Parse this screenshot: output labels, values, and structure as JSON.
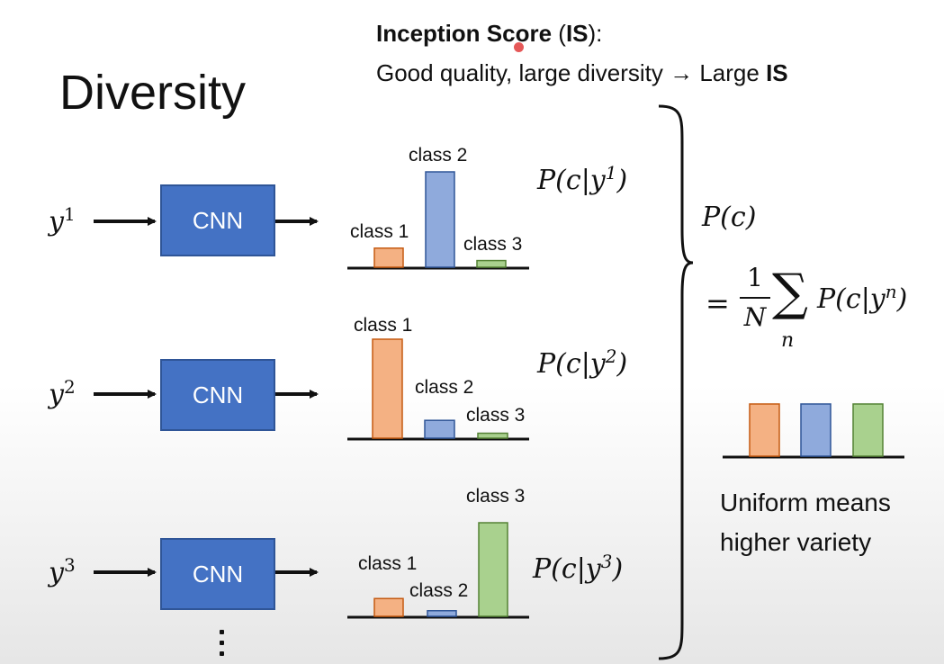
{
  "slide": {
    "title": "Diversity",
    "is_label_bold": "Inception Score",
    "is_abbr": "IS",
    "is_tail": "):",
    "is_paren_open": " (",
    "subtitle_lead": "Good quality, large diversity → Large ",
    "subtitle_abbr": "IS"
  },
  "rows": [
    {
      "input": "y",
      "index": "1",
      "block": "CNN",
      "dist": "P(c|y",
      "dist_index": "1"
    },
    {
      "input": "y",
      "index": "2",
      "block": "CNN",
      "dist": "P(c|y",
      "dist_index": "2"
    },
    {
      "input": "y",
      "index": "3",
      "block": "CNN",
      "dist": "P(c|y",
      "dist_index": "3"
    }
  ],
  "class_labels": [
    "class 1",
    "class 2",
    "class 3"
  ],
  "colors": {
    "class1": "#f4b183",
    "class1_border": "#c55a11",
    "class2": "#8faadc",
    "class2_border": "#2f5597",
    "class3": "#a9d18e",
    "class3_border": "#548235",
    "cnn": "#4472c4"
  },
  "chart_data": [
    {
      "type": "bar",
      "categories": [
        "class 1",
        "class 2",
        "class 3"
      ],
      "values": [
        0.2,
        1.0,
        0.07
      ]
    },
    {
      "type": "bar",
      "categories": [
        "class 1",
        "class 2",
        "class 3"
      ],
      "values": [
        1.0,
        0.18,
        0.05
      ]
    },
    {
      "type": "bar",
      "categories": [
        "class 1",
        "class 2",
        "class 3"
      ],
      "values": [
        0.19,
        0.06,
        1.0
      ]
    },
    {
      "type": "bar",
      "categories": [
        "",
        "",
        ""
      ],
      "values": [
        1.0,
        1.0,
        1.0
      ]
    }
  ],
  "formula": {
    "lhs": "P(c)",
    "eq": "=",
    "num": "1",
    "den": "N",
    "sum": "∑",
    "sum_index": "n",
    "term": "P(c|y",
    "term_index": "n",
    "close": ")"
  },
  "uniform_note": [
    "Uniform means",
    "higher variety"
  ]
}
